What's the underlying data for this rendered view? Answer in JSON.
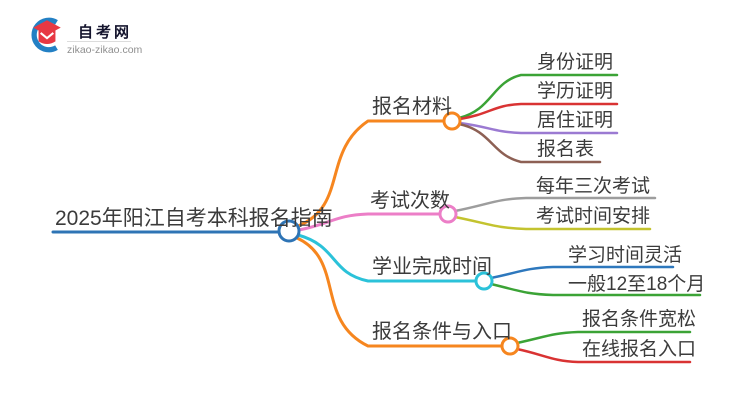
{
  "logo": {
    "site_name": "自考网",
    "site_url": "zikao-zikao.com"
  },
  "colors": {
    "blue": "#2e74b5",
    "child_blue": "#2e78bd",
    "orange": "#f6861f",
    "pink": "#ec7ec7",
    "cyan": "#2bc2d9",
    "green": "#3ba336",
    "red": "#d93333",
    "purple": "#9b7ad2",
    "brown": "#8d6054",
    "gray": "#9d9d9d",
    "olive": "#c3c32f",
    "text": "#3b3b3b",
    "logo_red": "#e73843",
    "logo_blue": "#2380c4"
  },
  "mindmap": {
    "root": {
      "label": "2025年阳江自考本科报名指南"
    },
    "branches": [
      {
        "label": "报名材料",
        "children": [
          "身份证明",
          "学历证明",
          "居住证明",
          "报名表"
        ]
      },
      {
        "label": "考试次数",
        "children": [
          "每年三次考试",
          "考试时间安排"
        ]
      },
      {
        "label": "学业完成时间",
        "children": [
          "学习时间灵活",
          "一般12至18个月"
        ]
      },
      {
        "label": "报名条件与入口",
        "children": [
          "报名条件宽松",
          "在线报名入口"
        ]
      }
    ]
  }
}
